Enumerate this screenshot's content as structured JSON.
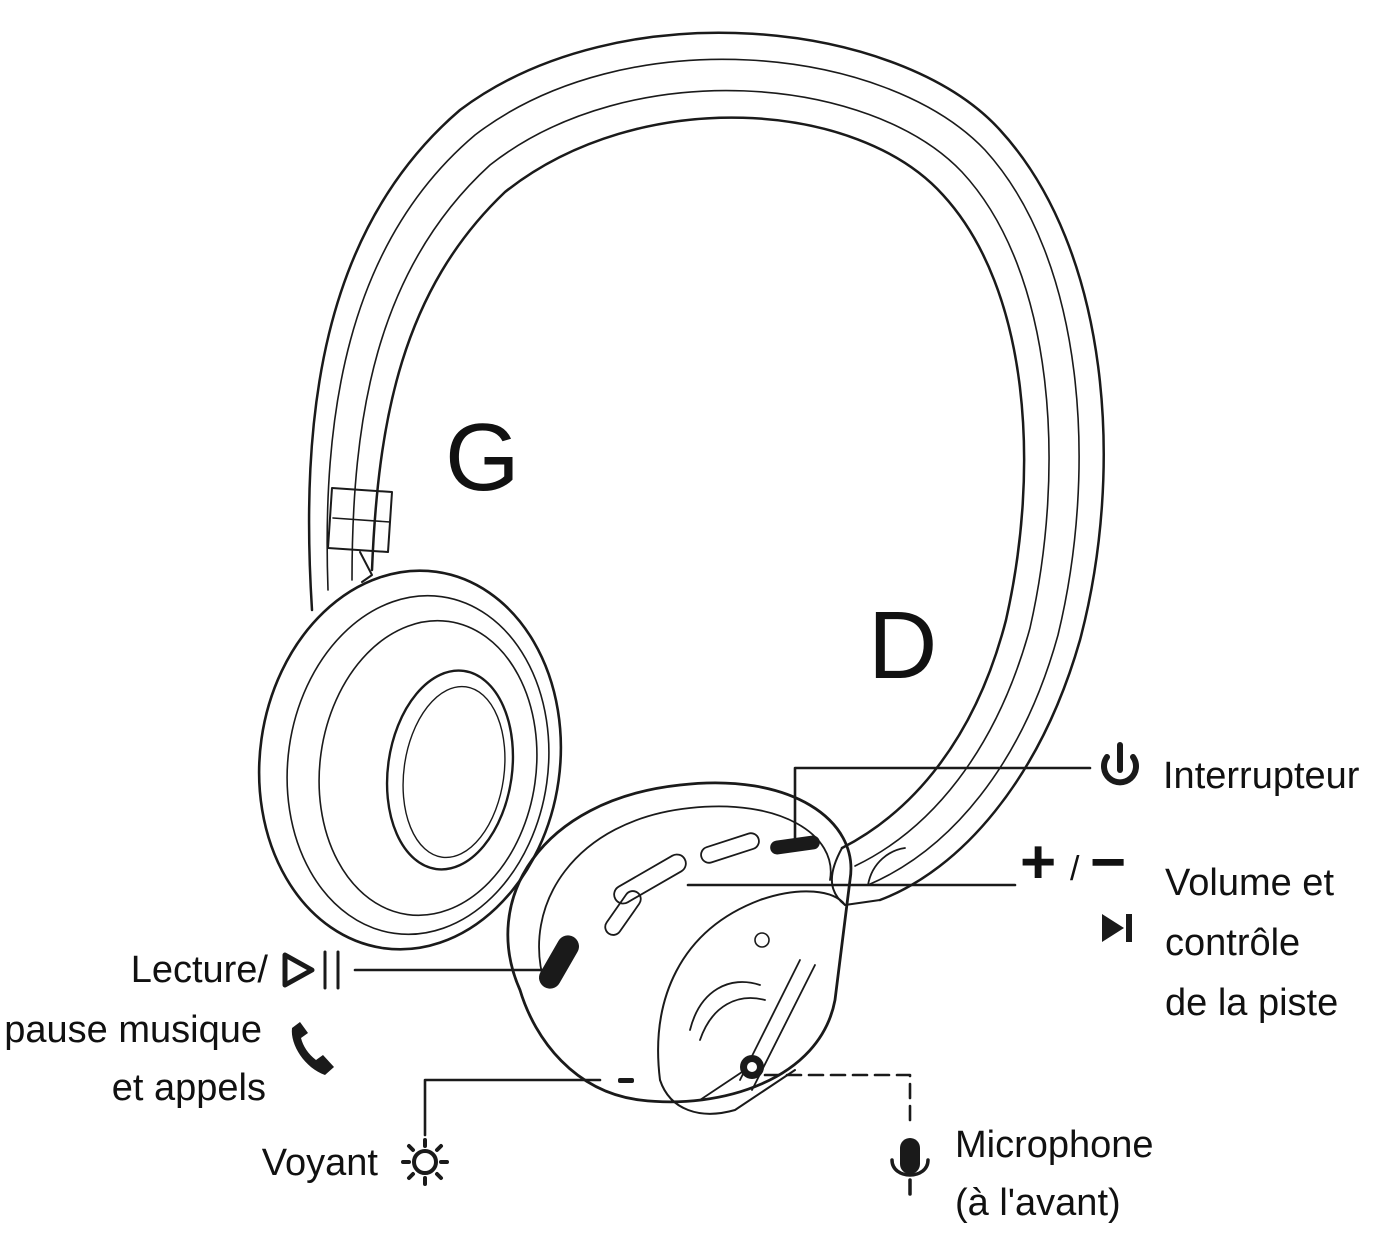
{
  "side_labels": {
    "left": "G",
    "right": "D"
  },
  "callouts": {
    "power": {
      "icon": "power-icon",
      "label": "Interrupteur"
    },
    "volume": {
      "icon_plus": "+",
      "separator": "/",
      "icon_minus": "−",
      "icon_skip": "skip-next-icon",
      "lines": [
        "Volume et",
        "contrôle",
        "de la piste"
      ]
    },
    "play": {
      "icon": "play-pause-icon",
      "icon_phone": "phone-icon",
      "lines": [
        "Lecture/",
        "pause musique",
        "et appels"
      ]
    },
    "led": {
      "icon": "light-icon",
      "label": "Voyant"
    },
    "mic": {
      "icon": "microphone-icon",
      "lines": [
        "Microphone",
        "(à l'avant)"
      ]
    }
  },
  "colors": {
    "ink": "#1a1a1a",
    "background": "#ffffff"
  }
}
